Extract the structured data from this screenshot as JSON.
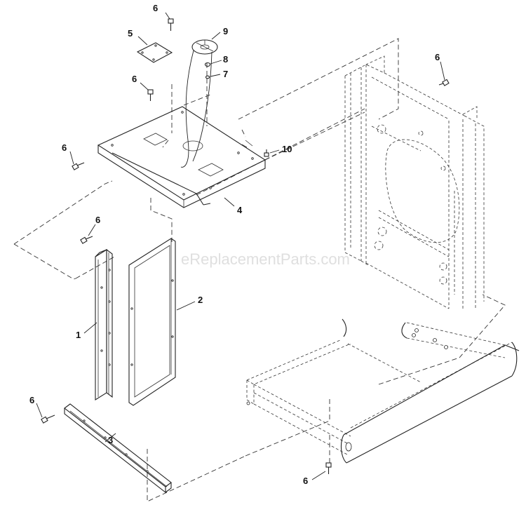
{
  "watermark": "eReplacementParts.com",
  "callouts": {
    "screw_top": "6",
    "cover_plate": "5",
    "grommet": "9",
    "nut": "8",
    "washer": "7",
    "screw_left_roof": "6",
    "screw_roof_edge": "6",
    "screw_right": "10",
    "roof_panel": "4",
    "screw_side_upper": "6",
    "side_channel": "1",
    "side_panel": "2",
    "screw_bottom_left": "6",
    "bottom_channel": "3",
    "screw_frame_top": "6",
    "screw_frame_bottom": "6"
  },
  "colors": {
    "line": "#222222",
    "watermark": "#c9c9c9"
  }
}
